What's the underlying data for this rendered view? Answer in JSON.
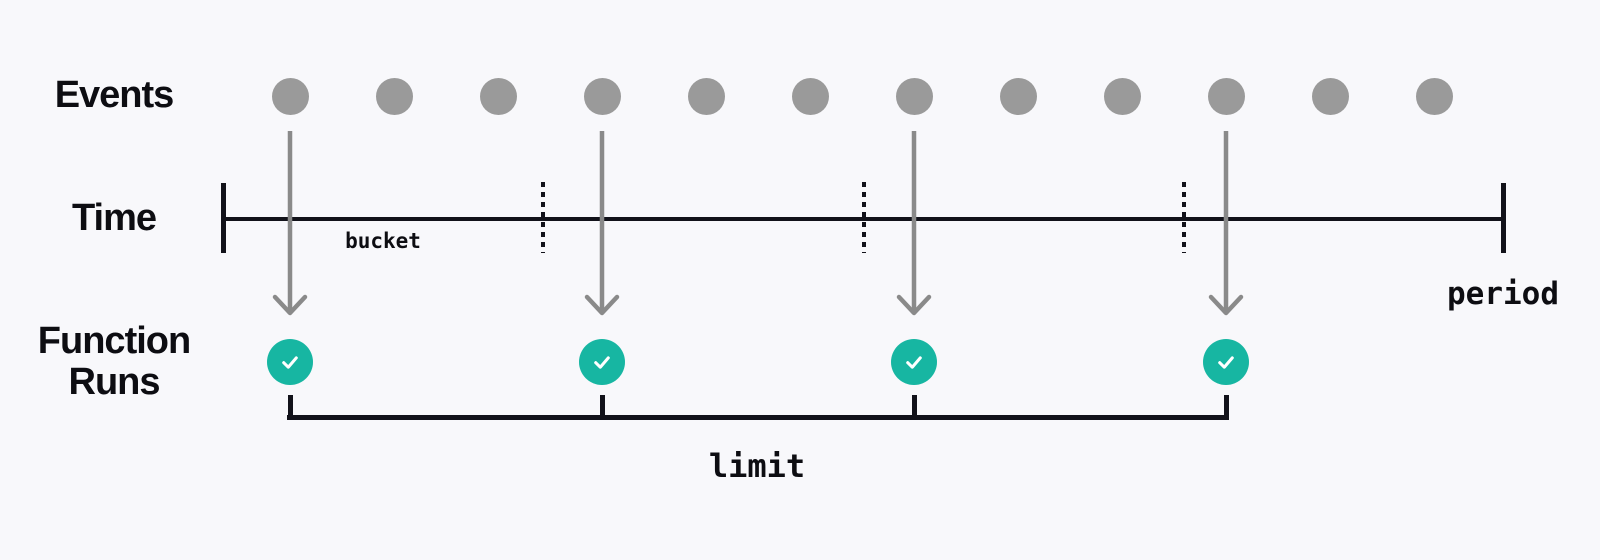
{
  "labels": {
    "events": "Events",
    "time": "Time",
    "function_runs_line1": "Function",
    "function_runs_line2": "Runs"
  },
  "annotations": {
    "bucket": "bucket",
    "period": "period",
    "limit": "limit"
  },
  "diagram": {
    "type": "throttle-timeline",
    "event_count": 12,
    "bucket_count": 4,
    "events_per_bucket": 3,
    "function_run_count": 4,
    "run_status_icon": "check-icon"
  },
  "colors": {
    "background": "#f8f8fb",
    "text": "#0d0d12",
    "axis": "#12121a",
    "event_dot": "#9a9a9a",
    "arrow": "#8a8a8a",
    "run_circle": "#17b6a2",
    "run_check": "#ffffff"
  }
}
